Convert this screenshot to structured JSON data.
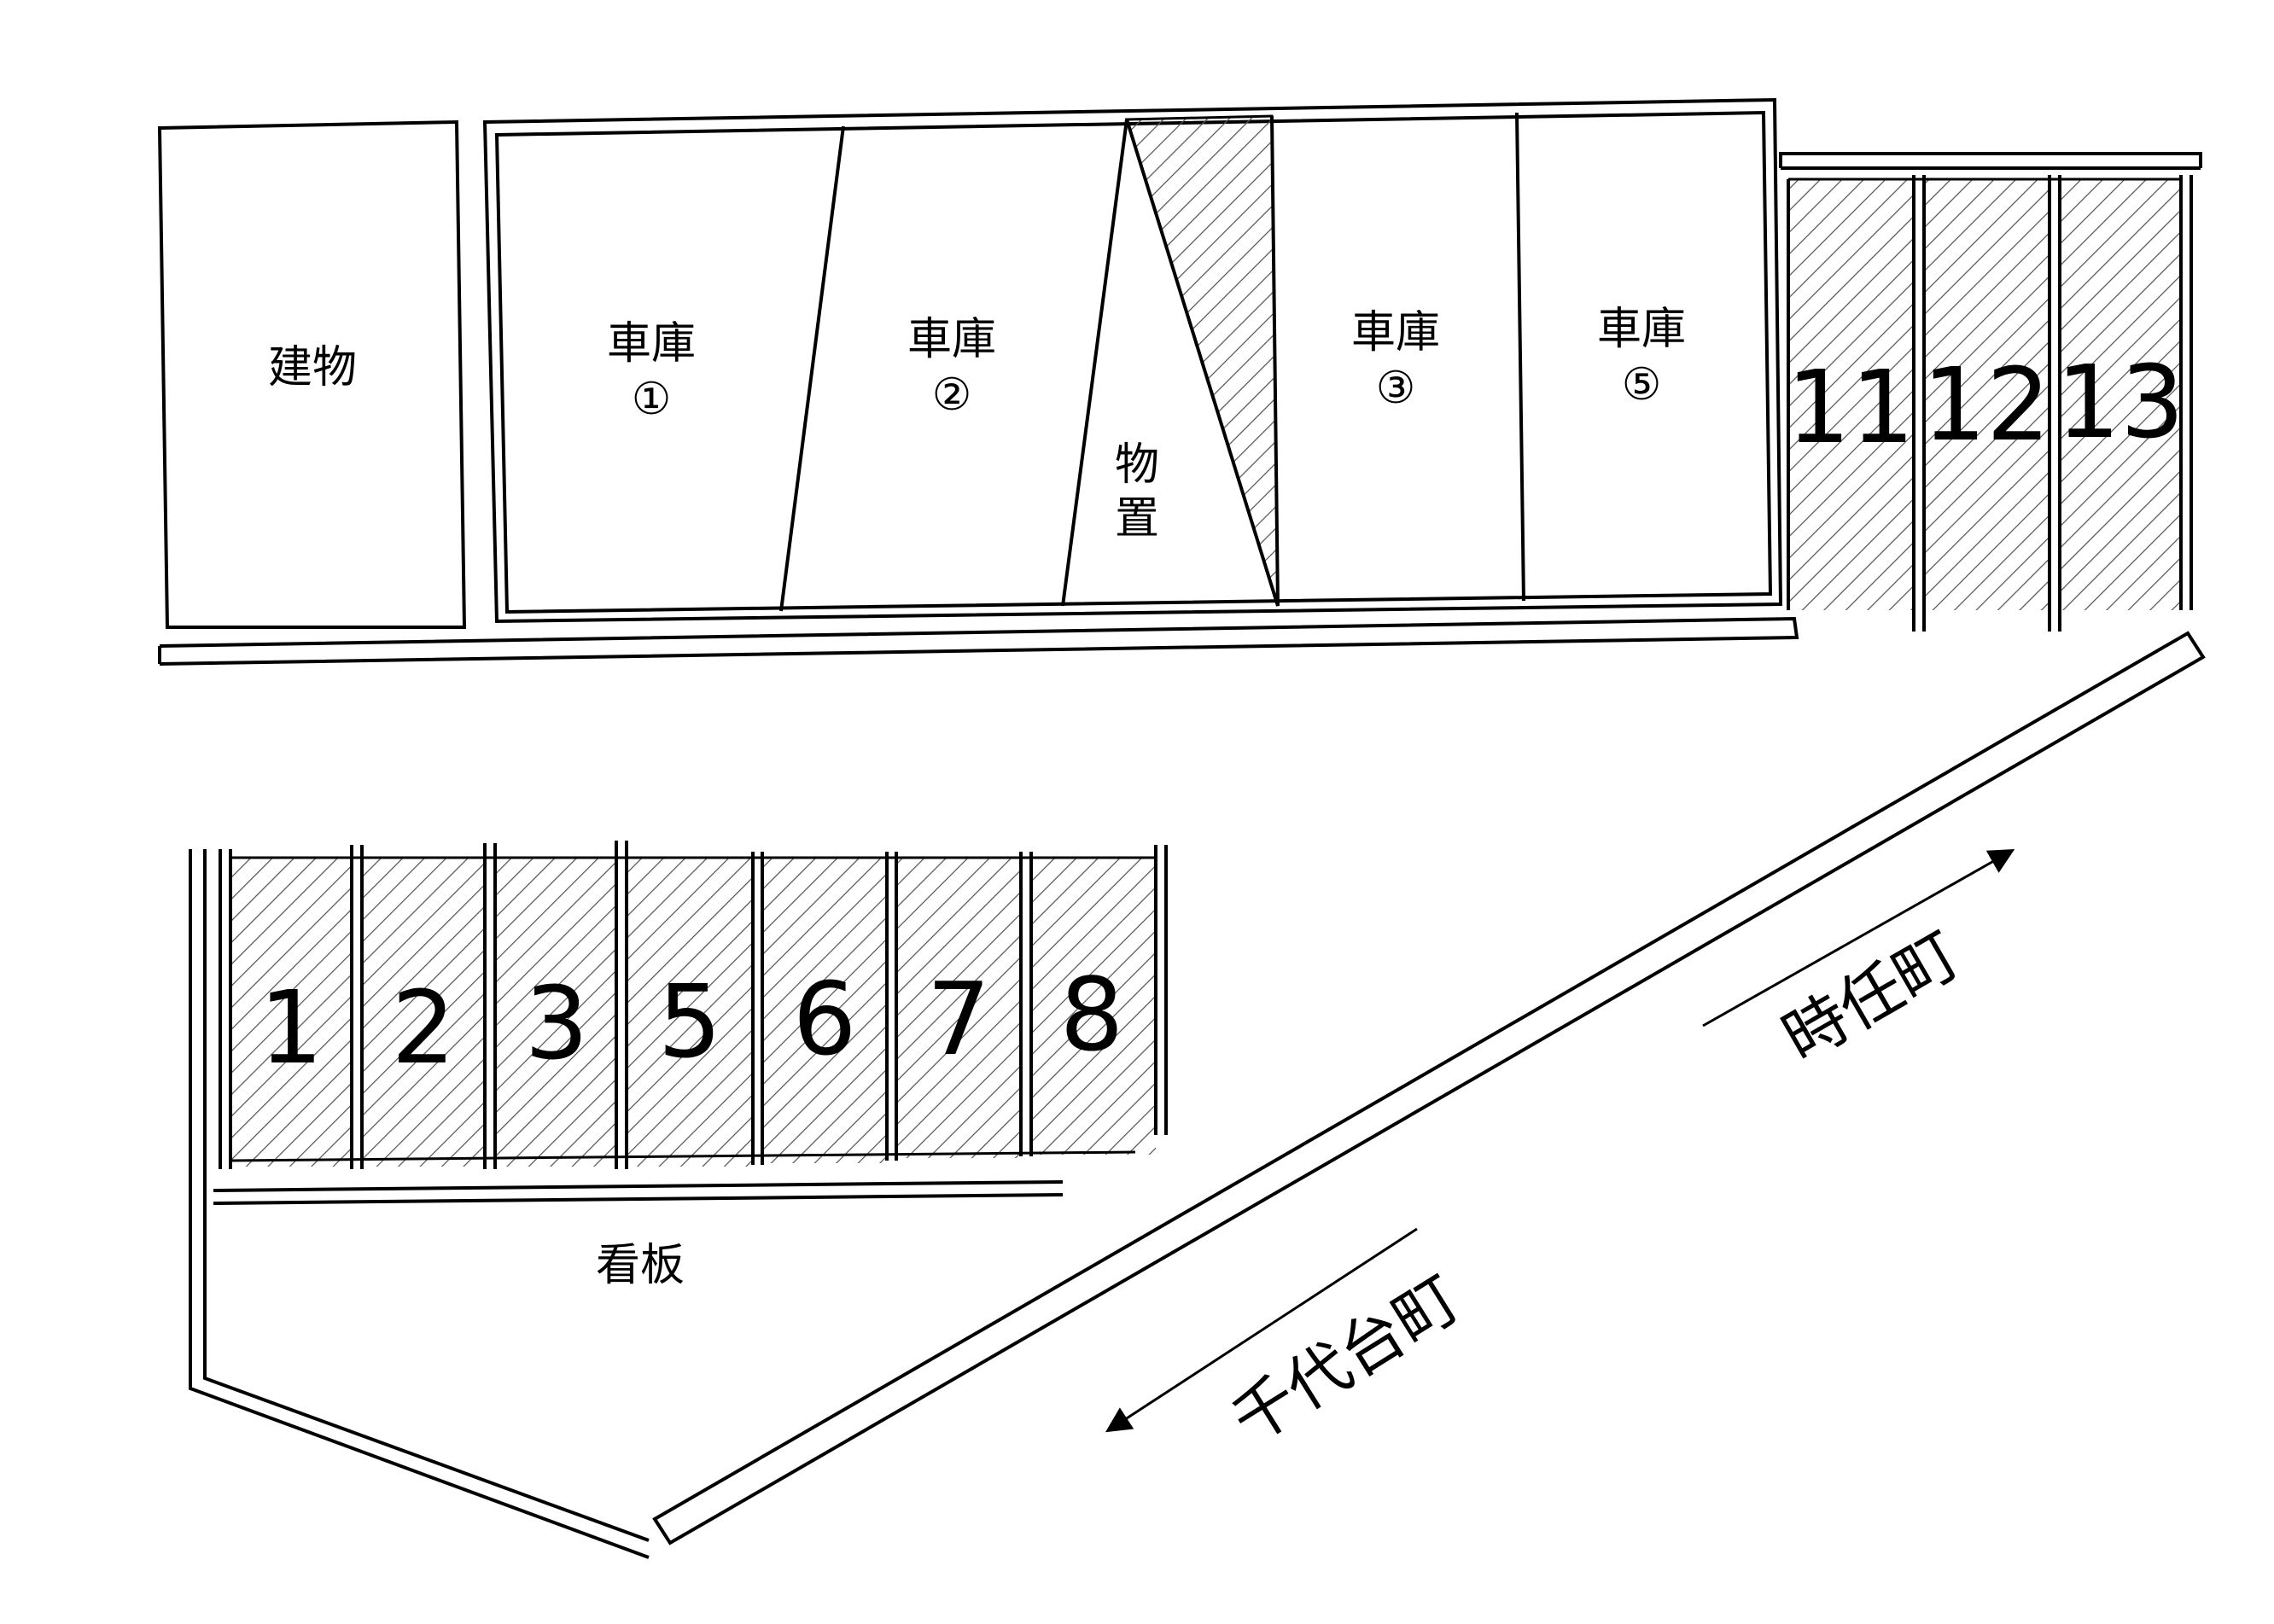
{
  "building": {
    "label": "建物"
  },
  "garages": [
    {
      "line1": "車庫",
      "line2": "①"
    },
    {
      "line1": "車庫",
      "line2": "②"
    },
    {
      "line1": "車庫",
      "line2": "③"
    },
    {
      "line1": "車庫",
      "line2": "⑤"
    }
  ],
  "storage": {
    "line1": "物",
    "line2": "置"
  },
  "upper_spaces": [
    "11",
    "12",
    "13"
  ],
  "lower_spaces": [
    "1",
    "2",
    "3",
    "5",
    "6",
    "7",
    "8"
  ],
  "signboard": {
    "label": "看板"
  },
  "directions": {
    "right": "時任町",
    "left": "千代台町"
  },
  "colors": {
    "line": "#000000",
    "hatch": "#555555",
    "background": "#ffffff"
  }
}
